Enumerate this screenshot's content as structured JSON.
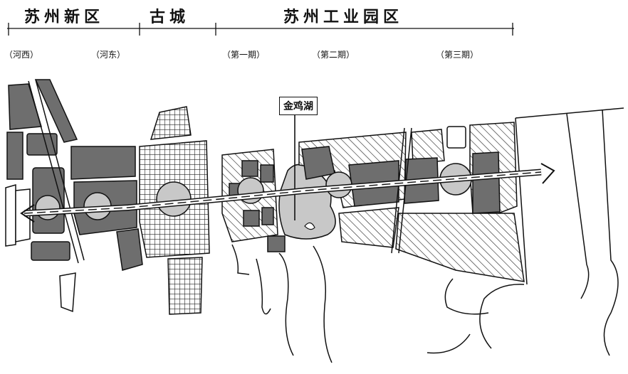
{
  "districts": {
    "new_district": "苏州新区",
    "old_city": "古城",
    "industrial_park": "苏州工业园区"
  },
  "subareas": {
    "hexi": "（河西）",
    "hedong": "（河东）",
    "phase1": "（第一期）",
    "phase2": "（第二期）",
    "phase3": "（第三期）"
  },
  "landmark": {
    "lake": "金鸡湖"
  },
  "colors": {
    "ink": "#1a1a1a",
    "dark_fill": "#6e6e6e",
    "light_fill": "#bdbdbd",
    "paper": "#ffffff"
  }
}
